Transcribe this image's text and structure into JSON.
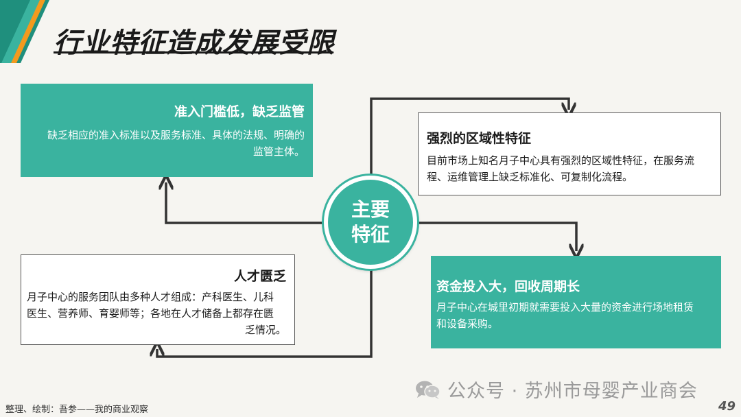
{
  "title": "行业特征造成发展受限",
  "colors": {
    "accent": "#3ab39f",
    "accent_dark": "#1f8f7d",
    "orange": "#f39a1e"
  },
  "center": {
    "line1": "主要",
    "line2": "特征"
  },
  "cards": {
    "top_left": {
      "heading": "准入门槛低，缺乏监管",
      "body_line1": "缺乏相应的准入标准以及服务标准、具体的法规、明确的",
      "body_line2": "监管主体。"
    },
    "top_right": {
      "heading": "强烈的区域性特征",
      "body_line1": "目前市场上知名月子中心具有强烈的区域性特征，在服务流",
      "body_line2": "程、运维管理上缺乏标准化、可复制化流程。"
    },
    "bottom_left": {
      "heading": "人才匮乏",
      "body_line1": "月子中心的服务团队由多种人才组成：产科医生、儿科",
      "body_line2": "医生、营养师、育婴师等；各地在人才储备上都存在匮",
      "body_line3": "乏情况。"
    },
    "bottom_right": {
      "heading": "资金投入大，回收周期长",
      "body_line1": "月子中心在城里初期就需要投入大量的资金进行场地租赁",
      "body_line2": "和设备采购。"
    }
  },
  "footer": {
    "credit": "整理、绘制：吾参——我的商业观察"
  },
  "watermark": {
    "text": "公众号 · 苏州市母婴产业商会",
    "icon": "wechat-icon"
  },
  "page_number": "49"
}
